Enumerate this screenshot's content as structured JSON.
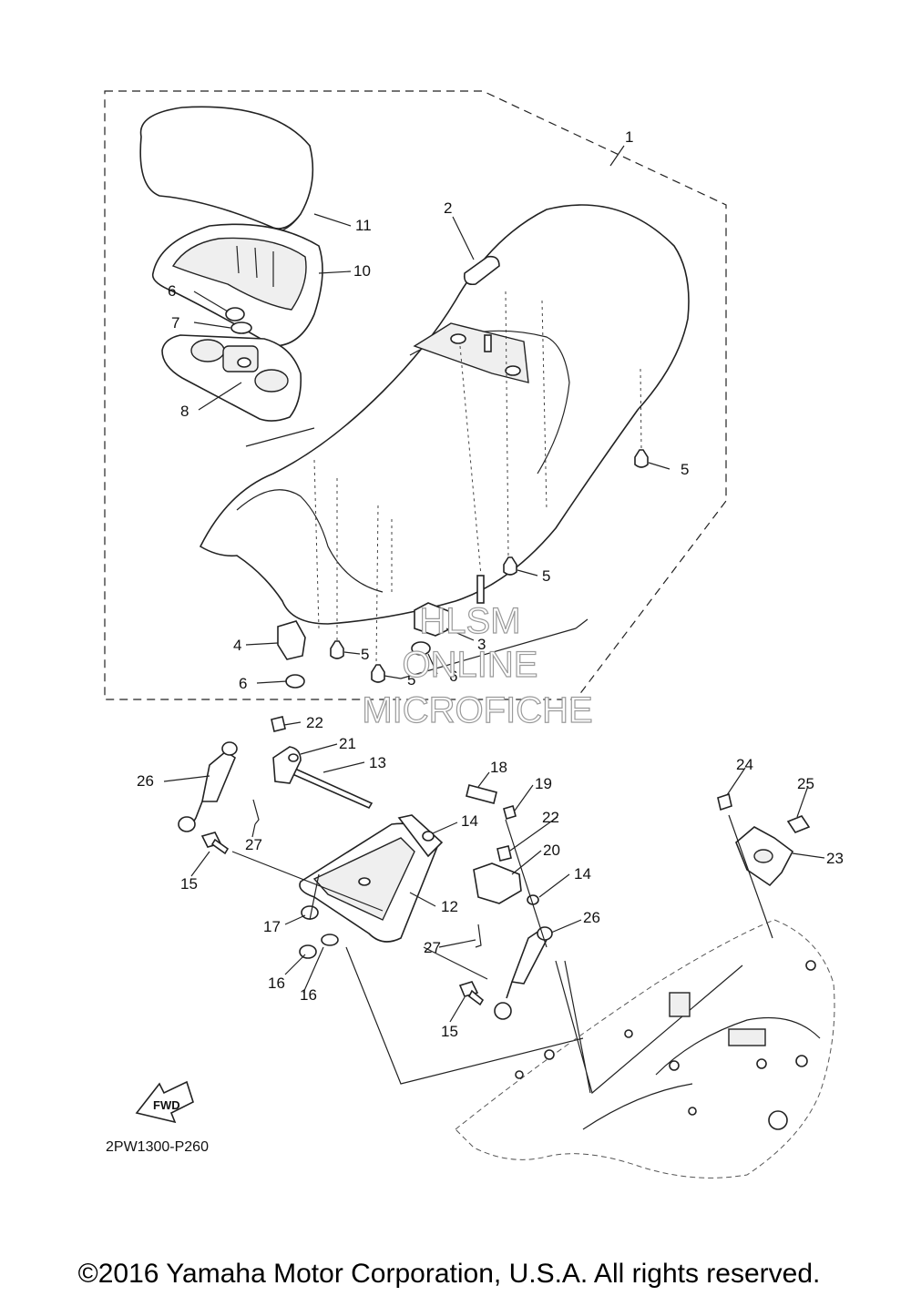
{
  "callouts": {
    "c1": "1",
    "c2": "2",
    "c3": "3",
    "c4": "4",
    "c5a": "5",
    "c5b": "5",
    "c5c": "5",
    "c5d": "5",
    "c6a": "6",
    "c6b": "6",
    "c6c": "6",
    "c7": "7",
    "c8": "8",
    "c10": "10",
    "c11": "11",
    "c12": "12",
    "c13": "13",
    "c14a": "14",
    "c14b": "14",
    "c15a": "15",
    "c15b": "15",
    "c16a": "16",
    "c16b": "16",
    "c17": "17",
    "c18": "18",
    "c19": "19",
    "c20": "20",
    "c21": "21",
    "c22a": "22",
    "c22b": "22",
    "c23": "23",
    "c24": "24",
    "c25": "25",
    "c26a": "26",
    "c26b": "26",
    "c27a": "27",
    "c27b": "27"
  },
  "watermark": {
    "line1": "HLSM",
    "line2": "ONLINE",
    "line3": "MICROFICHE"
  },
  "fwd_label": "FWD",
  "drawing_code": "2PW1300-P260",
  "copyright": "©2016 Yamaha Motor Corporation, U.S.A. All rights reserved."
}
